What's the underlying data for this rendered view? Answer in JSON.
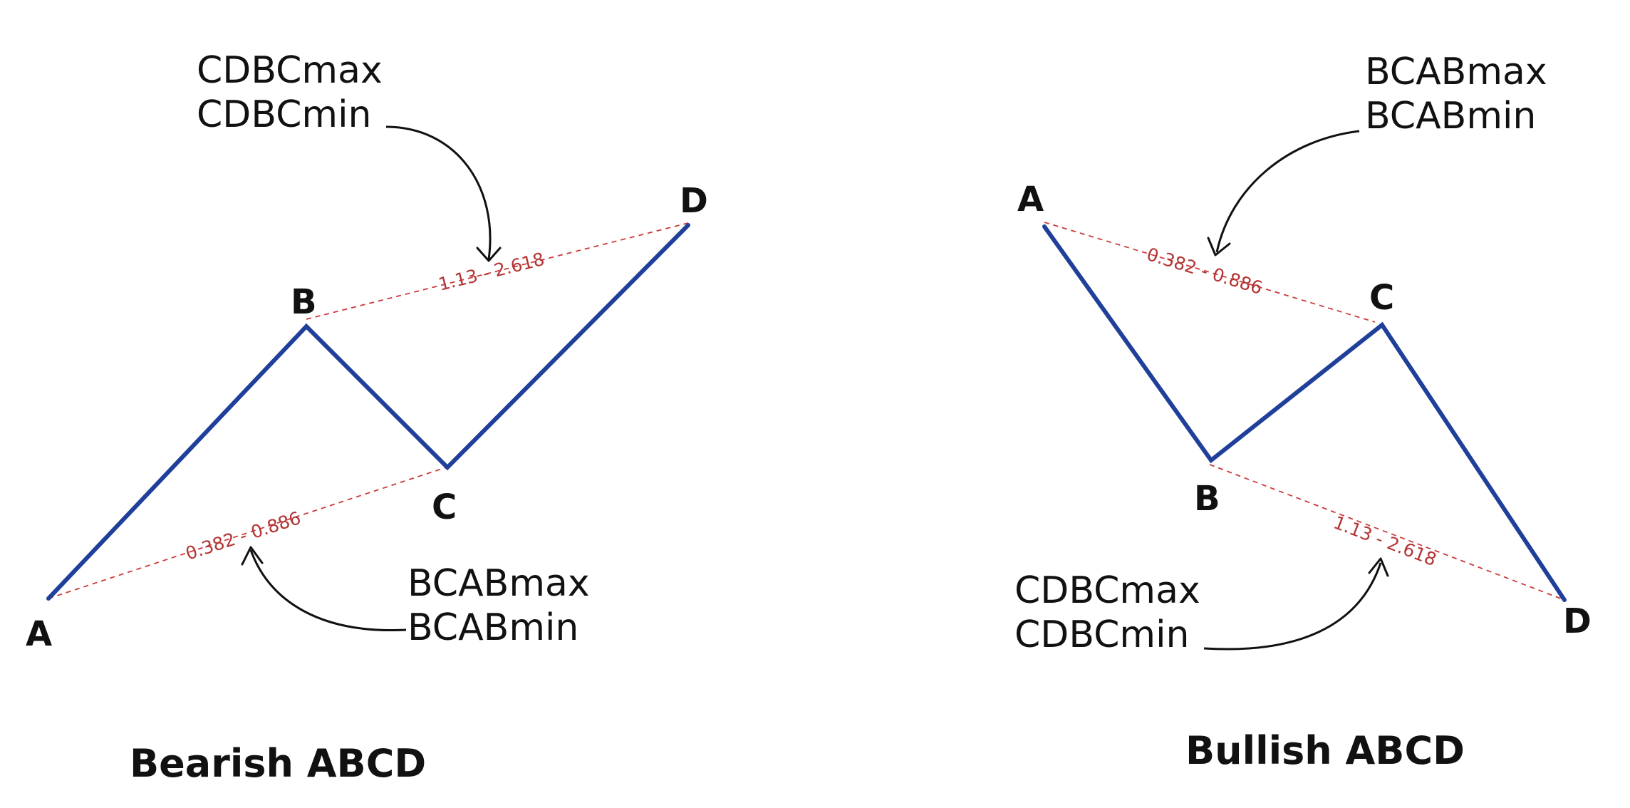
{
  "bearish": {
    "title": "Bearish ABCD",
    "points": {
      "a": "A",
      "b": "B",
      "c": "C",
      "d": "D"
    },
    "bc_ratio": "0.382 - 0.886",
    "cd_ratio": "1.13 - 2.618",
    "cd_formula": {
      "line1": "CDBCmax",
      "line2": "CDBCmin"
    },
    "bc_formula": {
      "line1": "BCABmax",
      "line2": "BCABmin"
    }
  },
  "bullish": {
    "title": "Bullish ABCD",
    "points": {
      "a": "A",
      "b": "B",
      "c": "C",
      "d": "D"
    },
    "bc_ratio": "0.382 - 0.886",
    "cd_ratio": "1.13 - 2.618",
    "bc_formula": {
      "line1": "BCABmax",
      "line2": "BCABmin"
    },
    "cd_formula": {
      "line1": "CDBCmax",
      "line2": "CDBCmin"
    }
  },
  "colors": {
    "pattern_line": "#1f3f9a",
    "ratio_line": "#cc3a3a",
    "ratio_text": "#b33535",
    "text": "#111111"
  }
}
